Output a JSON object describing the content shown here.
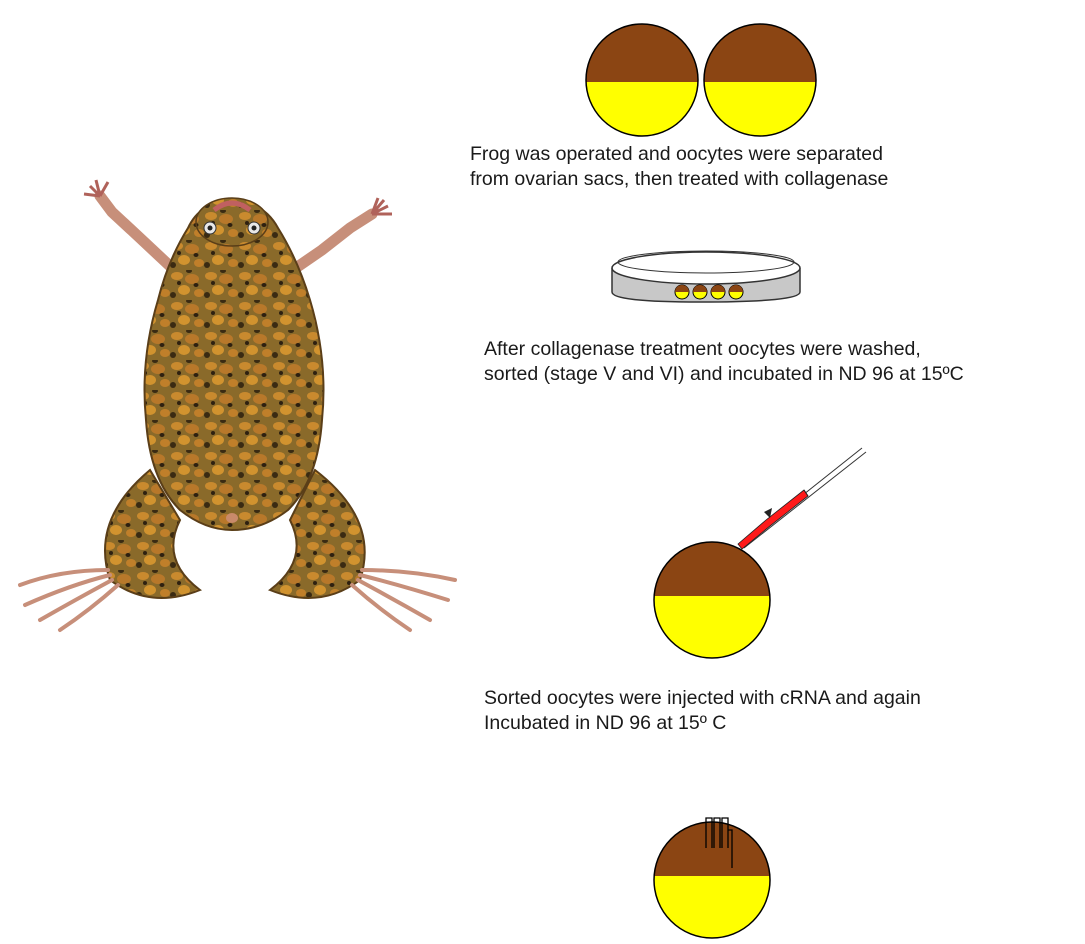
{
  "colors": {
    "yolk_brown": "#8b4513",
    "yolk_yellow": "#ffff00",
    "outline": "#000000",
    "needle_red": "#ff1a1a",
    "dish_gray": "#c8c8c8",
    "frog_brown": "#7a5523",
    "frog_orange": "#c98a2e",
    "frog_skin": "#c78f7a"
  },
  "frog": {
    "icon": "xenopus-frog-image"
  },
  "steps": [
    {
      "icon": "two-oocytes",
      "caption_lines": [
        "Frog was operated and oocytes were separated",
        "from ovarian sacs, then treated with collagenase"
      ]
    },
    {
      "icon": "petri-dish-with-oocytes",
      "caption_lines": [
        "After collagenase treatment oocytes were washed,",
        "sorted (stage V and VI) and incubated in ND 96 at 15ºC"
      ]
    },
    {
      "icon": "injection-needle-oocyte",
      "caption_lines": [
        "Sorted oocytes were injected with cRNA and again",
        "Incubated in ND 96 at 15º C"
      ]
    },
    {
      "icon": "patched-oocyte",
      "caption_lines": []
    }
  ]
}
